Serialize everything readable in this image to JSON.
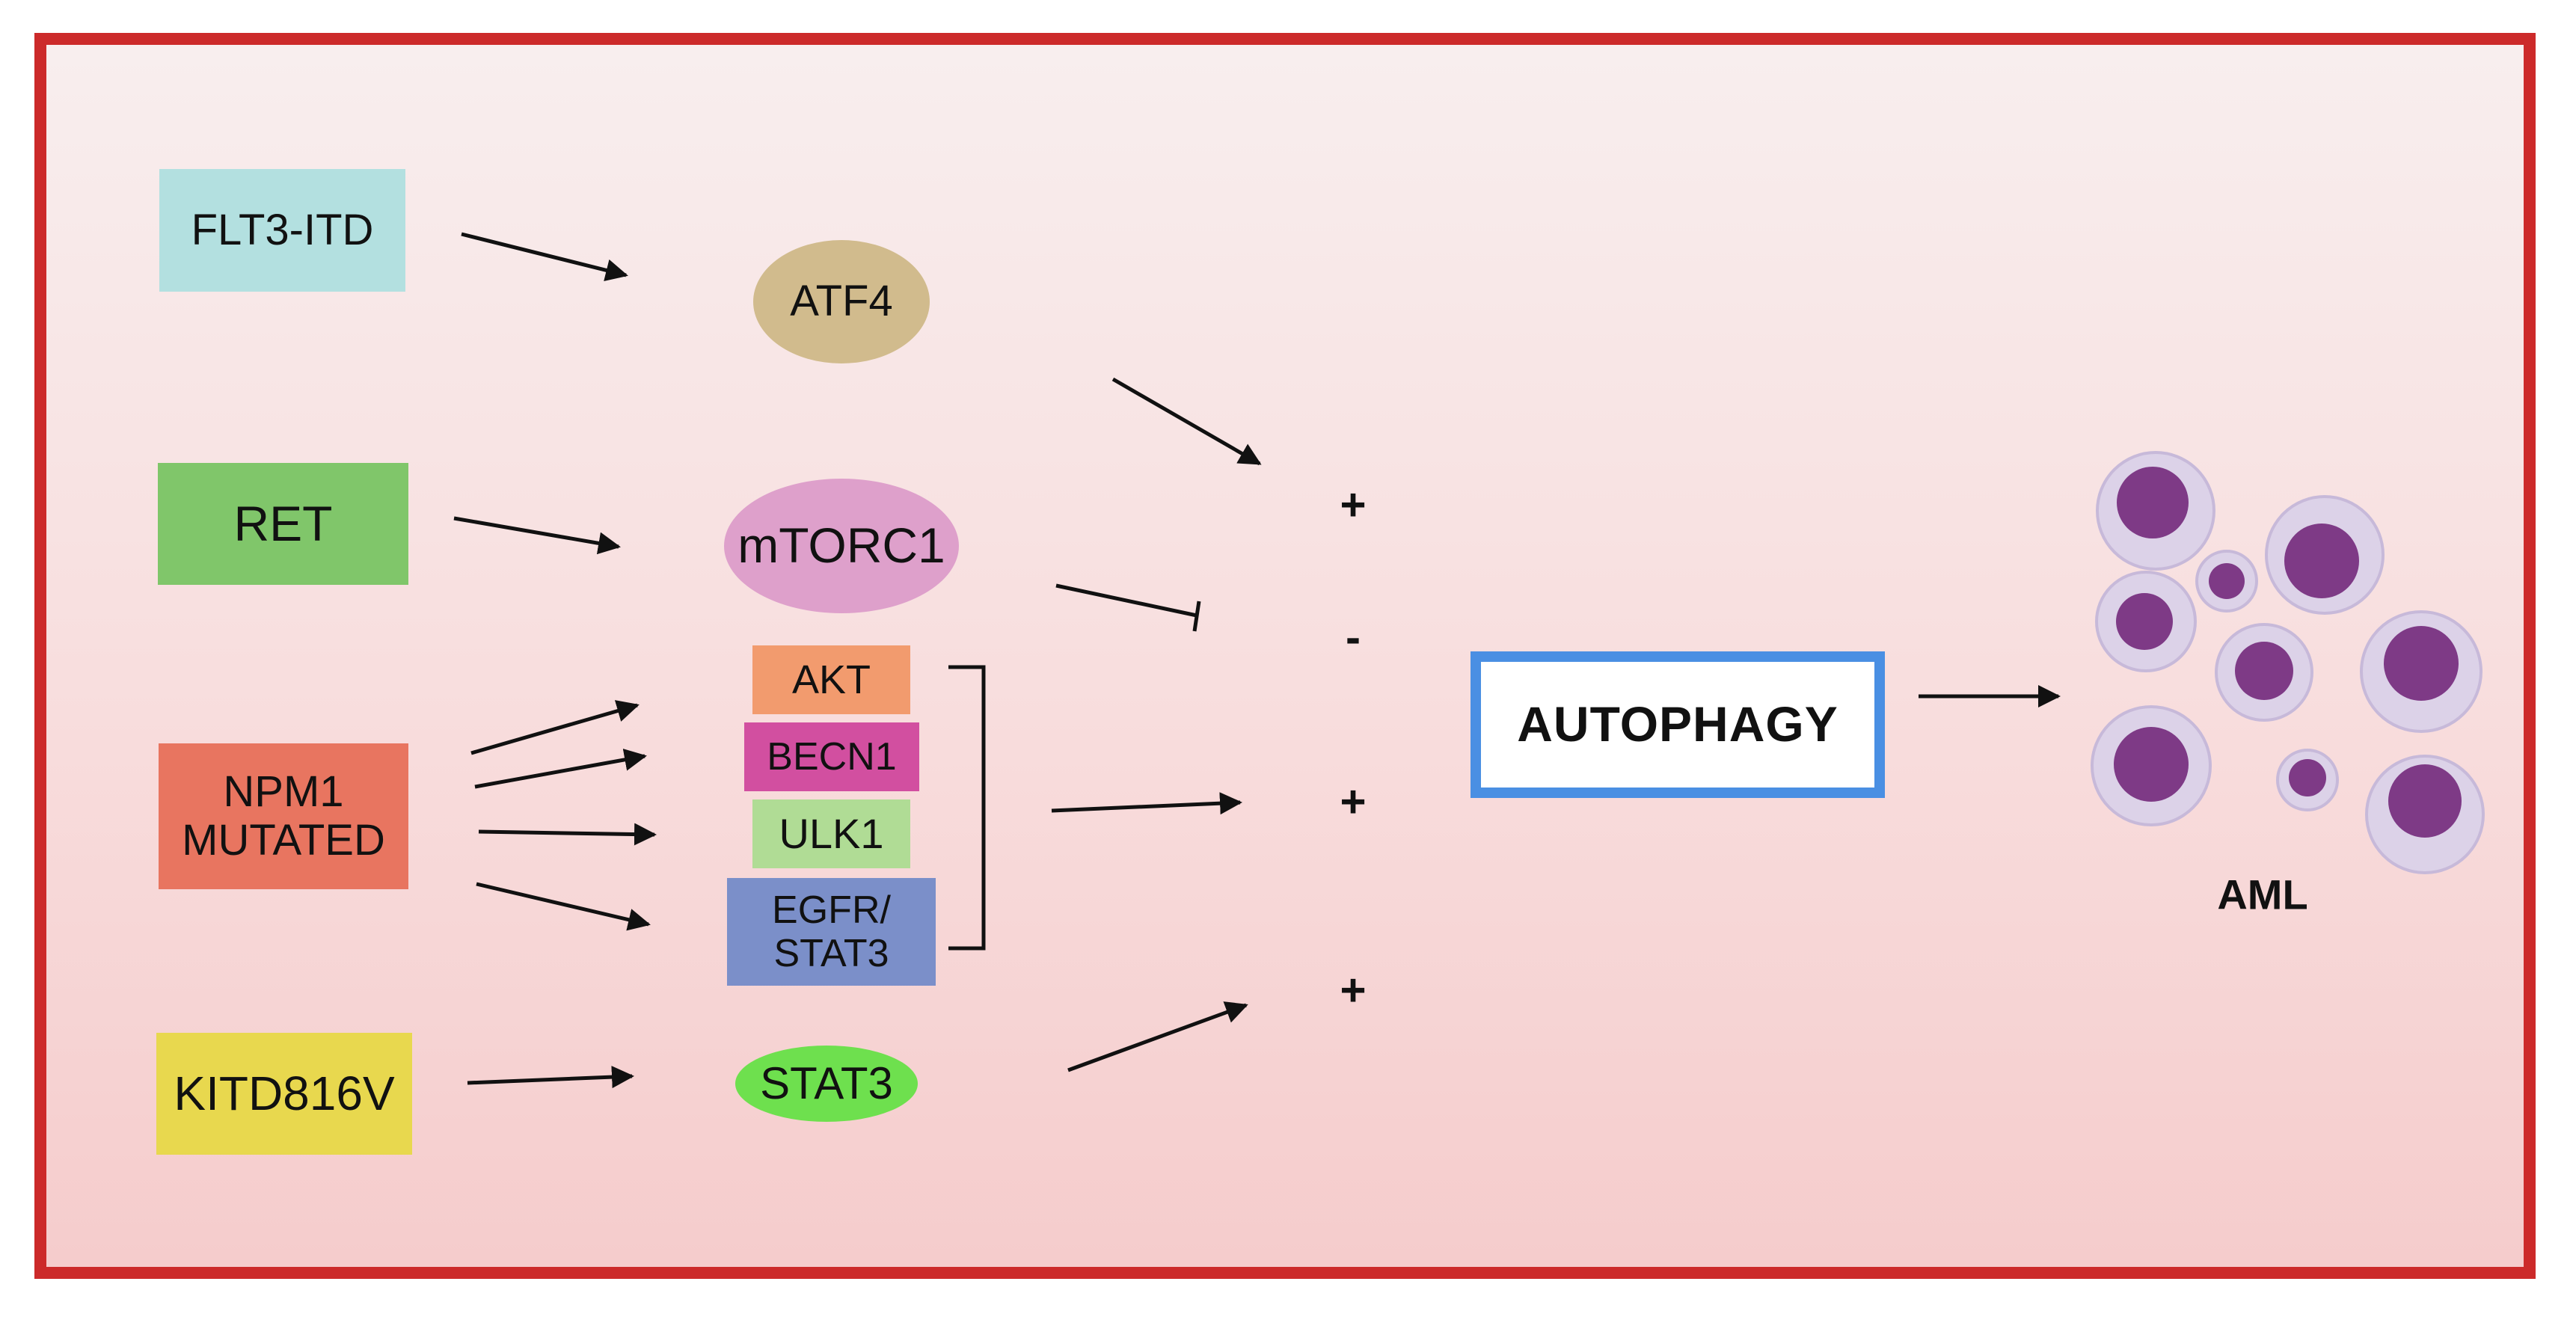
{
  "colors": {
    "frame_border": "#cc2a2a",
    "flt3": "#b3e0e0",
    "ret": "#80c66a",
    "npm1": "#e87560",
    "kit": "#e8d84e",
    "atf4": "#d1bb8d",
    "mtorc1": "#dea0cb",
    "akt": "#f29b6e",
    "becn1": "#d24fa0",
    "ulk1": "#b0dc95",
    "egfr_stat3": "#7b8fc9",
    "stat3": "#6ee04e",
    "autophagy_border": "#4a8fe3",
    "cell_nucleus": "#7e3a86",
    "cell_body": "#dcd2e8"
  },
  "mutations": {
    "flt3": "FLT3-ITD",
    "ret": "RET",
    "npm1": "NPM1\nMUTATED",
    "kit": "KITD816V"
  },
  "mediators": {
    "atf4": "ATF4",
    "mtorc1": "mTORC1",
    "akt": "AKT",
    "becn1": "BECN1",
    "ulk1": "ULK1",
    "egfr_stat3": "EGFR/\nSTAT3",
    "stat3": "STAT3"
  },
  "effects": {
    "atf4": "+",
    "mtorc1": "-",
    "npm1_group": "+",
    "stat3": "+"
  },
  "outcome": {
    "autophagy": "AUTOPHAGY",
    "aml": "AML"
  },
  "icons": [
    "arrow-icon",
    "inhibition-bar-icon",
    "aml-cells-icon"
  ]
}
